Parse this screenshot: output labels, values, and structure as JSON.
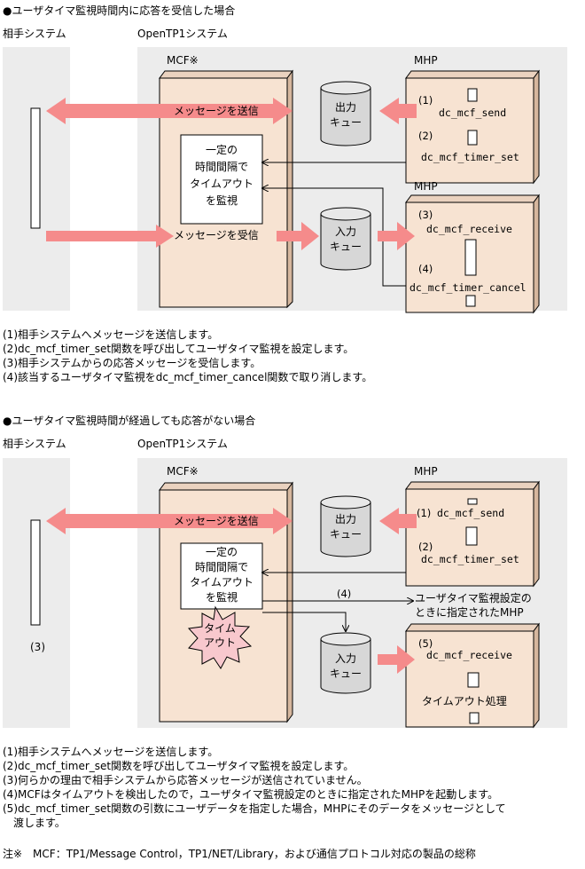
{
  "scenario1": {
    "heading": "●ユーザタイマ監視時間内に応答を受信した場合",
    "partner_label": "相手システム",
    "opentp1_label": "OpenTP1システム",
    "mcf_label": "MCF※",
    "mhp_top_label": "MHP",
    "mhp_bottom_label": "MHP",
    "send_msg": "メッセージを送信",
    "recv_msg": "メッセージを受信",
    "out_queue": [
      "出力",
      "キュー"
    ],
    "in_queue": [
      "入力",
      "キュー"
    ],
    "timer_box": [
      "一定の",
      "時間間隔で",
      "タイムアウト",
      "を監視"
    ],
    "n1": "(1)",
    "f1": "dc_mcf_send",
    "n2": "(2)",
    "f2": "dc_mcf_timer_set",
    "n3": "(3)",
    "f3": "dc_mcf_receive",
    "n4": "(4)",
    "f4": "dc_mcf_timer_cancel",
    "notes": [
      "(1)相手システムへメッセージを送信します。",
      "(2)dc_mcf_timer_set関数を呼び出してユーザタイマ監視を設定します。",
      "(3)相手システムからの応答メッセージを受信します。",
      "(4)該当するユーザタイマ監視をdc_mcf_timer_cancel関数で取り消します。"
    ]
  },
  "scenario2": {
    "heading": "●ユーザタイマ監視時間が経過しても応答がない場合",
    "partner_label": "相手システム",
    "opentp1_label": "OpenTP1システム",
    "mcf_label": "MCF※",
    "mhp_top_label": "MHP",
    "send_msg": "メッセージを送信",
    "out_queue": [
      "出力",
      "キュー"
    ],
    "in_queue": [
      "入力",
      "キュー"
    ],
    "timer_box": [
      "一定の",
      "時間間隔で",
      "タイムアウト",
      "を監視"
    ],
    "timeout": [
      "タイム",
      "アウト"
    ],
    "partner_n3": "(3)",
    "n1": "(1)",
    "f1": "dc_mcf_send",
    "n2": "(2)",
    "f2": "dc_mcf_timer_set",
    "n4": "(4)",
    "user_mhp": [
      "ユーザタイマ監視設定の",
      "ときに指定されたMHP"
    ],
    "n5": "(5)",
    "f5": "dc_mcf_receive",
    "timeout_proc": "タイムアウト処理",
    "notes": [
      "(1)相手システムへメッセージを送信します。",
      "(2)dc_mcf_timer_set関数を呼び出してユーザタイマ監視を設定します。",
      "(3)何らかの理由で相手システムから応答メッセージが送信されていません。",
      "(4)MCFはタイムアウトを検出したので，ユーザタイマ監視設定のときに指定されたMHPを起動します。",
      "(5)dc_mcf_timer_set関数の引数にユーザデータを指定した場合，MHPにそのデータをメッセージとして",
      "　渡します。"
    ]
  },
  "footnote": "注※　MCF：TP1/Message Control，TP1/NET/Library，および通信プロトコル対応の製品の総称",
  "colors": {
    "panel_gray": "#ececec",
    "box_fill": "#f7e3d2",
    "box_side": "#d6b79e",
    "arrow_pink": "#f58b8b",
    "starburst": "#f8c8cd",
    "cylinder": "#d7d7d7"
  }
}
